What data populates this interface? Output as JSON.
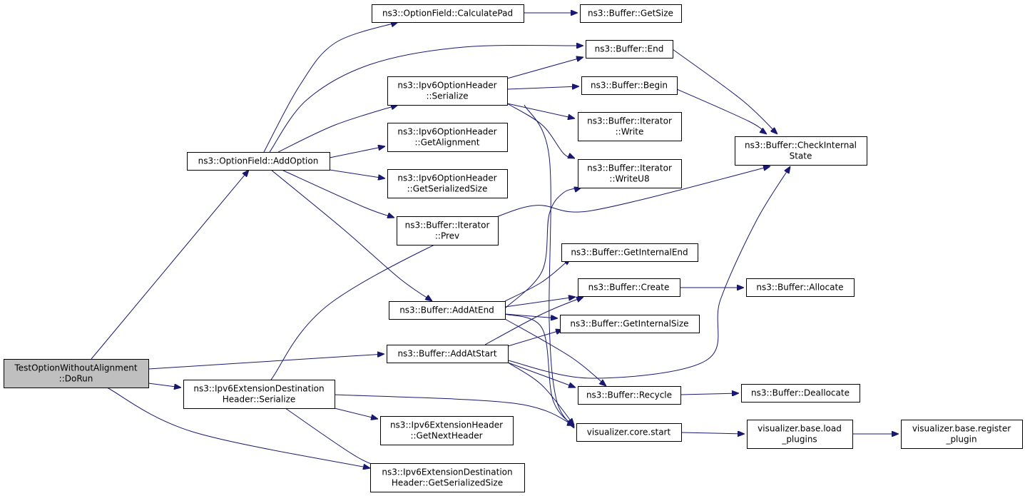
{
  "colors": {
    "edge": "#191970",
    "node_border": "#000000",
    "node_fill": "#ffffff",
    "root_fill": "#bfbfbf"
  },
  "nodes": {
    "root": [
      "TestOptionWithoutAlignment",
      "::DoRun"
    ],
    "addOption": [
      "ns3::OptionField::AddOption"
    ],
    "calcPad": [
      "ns3::OptionField::CalculatePad"
    ],
    "getSize": [
      "ns3::Buffer::GetSize"
    ],
    "end": [
      "ns3::Buffer::End"
    ],
    "optSerialize": [
      "ns3::Ipv6OptionHeader",
      "::Serialize"
    ],
    "begin": [
      "ns3::Buffer::Begin"
    ],
    "iterWrite": [
      "ns3::Buffer::Iterator",
      "::Write"
    ],
    "checkState": [
      "ns3::Buffer::CheckInternal",
      "State"
    ],
    "getAlignment": [
      "ns3::Ipv6OptionHeader",
      "::GetAlignment"
    ],
    "writeU8": [
      "ns3::Buffer::Iterator",
      "::WriteU8"
    ],
    "optGetSerSize": [
      "ns3::Ipv6OptionHeader",
      "::GetSerializedSize"
    ],
    "prev": [
      "ns3::Buffer::Iterator",
      "::Prev"
    ],
    "getInternalEnd": [
      "ns3::Buffer::GetInternalEnd"
    ],
    "addAtEnd": [
      "ns3::Buffer::AddAtEnd"
    ],
    "create": [
      "ns3::Buffer::Create"
    ],
    "allocate": [
      "ns3::Buffer::Allocate"
    ],
    "getInternalSize": [
      "ns3::Buffer::GetInternalSize"
    ],
    "addAtStart": [
      "ns3::Buffer::AddAtStart"
    ],
    "destSerialize": [
      "ns3::Ipv6ExtensionDestination",
      "Header::Serialize"
    ],
    "recycle": [
      "ns3::Buffer::Recycle"
    ],
    "deallocate": [
      "ns3::Buffer::Deallocate"
    ],
    "getNextHeader": [
      "ns3::Ipv6ExtensionHeader",
      "::GetNextHeader"
    ],
    "vizStart": [
      "visualizer.core.start"
    ],
    "loadPlugins": [
      "visualizer.base.load",
      "_plugins"
    ],
    "registerPlugin": [
      "visualizer.base.register",
      "_plugin"
    ],
    "destGetSerSize": [
      "ns3::Ipv6ExtensionDestination",
      "Header::GetSerializedSize"
    ]
  }
}
